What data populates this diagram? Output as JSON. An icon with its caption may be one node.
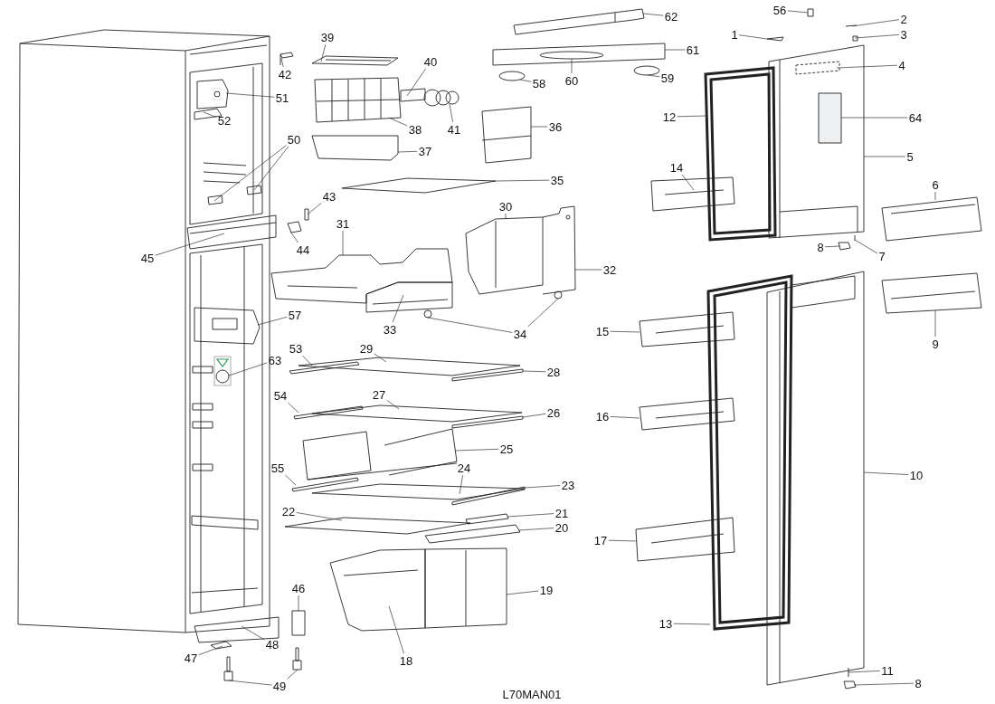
{
  "diagram": {
    "nodes": [
      {
        "text": [
          "1"
        ]
      },
      {
        "text": [
          "2"
        ]
      },
      {
        "text": [
          "3"
        ]
      },
      {
        "text": [
          "4"
        ]
      },
      {
        "text": [
          "5"
        ]
      },
      {
        "text": [
          "6"
        ]
      },
      {
        "text": [
          "7"
        ]
      },
      {
        "text": [
          "8"
        ]
      },
      {
        "text": [
          "8"
        ]
      },
      {
        "text": [
          "9"
        ]
      },
      {
        "text": [
          "10"
        ]
      },
      {
        "text": [
          "11"
        ]
      },
      {
        "text": [
          "12"
        ]
      },
      {
        "text": [
          "13"
        ]
      },
      {
        "text": [
          "14"
        ]
      },
      {
        "text": [
          "15"
        ]
      },
      {
        "text": [
          "16"
        ]
      },
      {
        "text": [
          "17"
        ]
      },
      {
        "text": [
          "18"
        ]
      },
      {
        "text": [
          "19"
        ]
      },
      {
        "text": [
          "20"
        ]
      },
      {
        "text": [
          "21"
        ]
      },
      {
        "text": [
          "22"
        ]
      },
      {
        "text": [
          "23"
        ]
      },
      {
        "text": [
          "24"
        ]
      },
      {
        "text": [
          "25"
        ]
      },
      {
        "text": [
          "26"
        ]
      },
      {
        "text": [
          "27"
        ]
      },
      {
        "text": [
          "28"
        ]
      },
      {
        "text": [
          "29"
        ]
      },
      {
        "text": [
          "30"
        ]
      },
      {
        "text": [
          "31"
        ]
      },
      {
        "text": [
          "32"
        ]
      },
      {
        "text": [
          "33"
        ]
      },
      {
        "text": [
          "34"
        ]
      },
      {
        "text": [
          "35"
        ]
      },
      {
        "text": [
          "36"
        ]
      },
      {
        "text": [
          "37"
        ]
      },
      {
        "text": [
          "38"
        ]
      },
      {
        "text": [
          "39"
        ]
      },
      {
        "text": [
          "40"
        ]
      },
      {
        "text": [
          "41"
        ]
      },
      {
        "text": [
          "42"
        ]
      },
      {
        "text": [
          "43"
        ]
      },
      {
        "text": [
          "44"
        ]
      },
      {
        "text": [
          "45"
        ]
      },
      {
        "text": [
          "46"
        ]
      },
      {
        "text": [
          "47"
        ]
      },
      {
        "text": [
          "48"
        ]
      },
      {
        "text": [
          "49"
        ]
      },
      {
        "text": [
          "50"
        ]
      },
      {
        "text": [
          "51"
        ]
      },
      {
        "text": [
          "52"
        ]
      },
      {
        "text": [
          "53"
        ]
      },
      {
        "text": [
          "54"
        ]
      },
      {
        "text": [
          "55"
        ]
      },
      {
        "text": [
          "56"
        ]
      },
      {
        "text": [
          "57"
        ]
      },
      {
        "text": [
          "58"
        ]
      },
      {
        "text": [
          "59"
        ]
      },
      {
        "text": [
          "60"
        ]
      },
      {
        "text": [
          "61"
        ]
      },
      {
        "text": [
          "62"
        ]
      },
      {
        "text": [
          "63"
        ]
      },
      {
        "text": [
          "64"
        ]
      },
      {
        "text": [],
        "shape": "picture"
      },
      {
        "text": [],
        "shape": "picture"
      },
      {
        "text": [],
        "shape": "box"
      },
      {
        "text": [],
        "shape": "box"
      },
      {
        "text": [],
        "shape": "box"
      },
      {
        "text": [],
        "shape": "picture"
      },
      {
        "text": [],
        "shape": "box"
      },
      {
        "text": [],
        "shape": "picture"
      },
      {
        "text": [],
        "shape": "picture"
      },
      {
        "text": [],
        "shape": "box"
      },
      {
        "text": [],
        "shape": "picture"
      },
      {
        "text": [],
        "shape": "picture"
      },
      {
        "text": [],
        "shape": "picture"
      },
      {
        "text": [],
        "shape": "box"
      },
      {
        "text": [],
        "shape": "picture"
      },
      {
        "text": [],
        "shape": "box"
      },
      {
        "text": [],
        "shape": "picture"
      },
      {
        "text": [],
        "shape": "box"
      },
      {
        "text": [],
        "shape": "box"
      },
      {
        "text": [],
        "shape": "box"
      },
      {
        "text": [],
        "shape": "picture"
      },
      {
        "text": [],
        "shape": "picture"
      },
      {
        "text": [],
        "shape": "picture"
      },
      {
        "text": [],
        "shape": "picture"
      },
      {
        "text": [],
        "shape": "circle"
      },
      {
        "text": [],
        "shape": "circle"
      },
      {
        "text": [],
        "shape": "box"
      },
      {
        "text": [],
        "shape": "bar"
      },
      {
        "text": [],
        "shape": "bar"
      },
      {
        "text": [],
        "shape": "box"
      },
      {
        "text": [],
        "shape": "bar"
      },
      {
        "text": [],
        "shape": "bar"
      },
      {
        "text": [],
        "shape": "picture"
      },
      {
        "text": [],
        "shape": "box"
      },
      {
        "text": [],
        "shape": "bar"
      },
      {
        "text": [],
        "shape": "bar"
      },
      {
        "text": [],
        "shape": "box"
      },
      {
        "text": [],
        "shape": "box"
      },
      {
        "text": [],
        "shape": "bar"
      },
      {
        "text": [],
        "shape": "picture"
      },
      {
        "text": [],
        "shape": "picture"
      },
      {
        "text": [],
        "shape": "picture"
      },
      {
        "text": [],
        "shape": "box"
      },
      {
        "text": [],
        "shape": "circle",
        "in": 107
      },
      {
        "text": [],
        "shape": "circle"
      },
      {
        "text": [],
        "shape": "circle"
      },
      {
        "text": [],
        "shape": "box"
      },
      {
        "text": [],
        "shape": "bar"
      },
      {
        "text": [],
        "shape": "box"
      },
      {
        "text": [],
        "shape": "box"
      },
      {
        "text": [],
        "shape": "picture"
      },
      {
        "text": [],
        "shape": "picture"
      },
      {
        "text": [],
        "shape": "box",
        "in": 116
      },
      {
        "text": [],
        "shape": "box",
        "in": 116
      },
      {
        "text": [],
        "shape": "picture"
      },
      {
        "text": [],
        "shape": "picture"
      },
      {
        "text": [],
        "shape": "bar"
      },
      {
        "text": [],
        "shape": "box"
      },
      {
        "text": [],
        "shape": "picture"
      },
      {
        "text": [],
        "shape": "picture"
      },
      {
        "text": [],
        "shape": "picture"
      },
      {
        "text": [],
        "shape": "picture"
      },
      {
        "text": [],
        "shape": "picture"
      },
      {
        "text": [],
        "shape": "picture"
      },
      {
        "text": [],
        "shape": "bar"
      },
      {
        "text": [],
        "shape": "box"
      },
      {
        "text": [],
        "shape": "picture"
      },
      {
        "text": [],
        "shape": "box"
      }
    ],
    "edges": [
      {
        "from": 0,
        "to": 114,
        "arrow": "none"
      },
      {
        "from": 1,
        "to": 112,
        "arrow": "none"
      },
      {
        "from": 2,
        "to": 113,
        "arrow": "none"
      },
      {
        "from": 3,
        "to": 117,
        "arrow": "none"
      },
      {
        "from": 4,
        "to": 116,
        "arrow": "none"
      },
      {
        "from": 5,
        "to": 119,
        "arrow": "none"
      },
      {
        "from": 6,
        "to": 121,
        "arrow": "none"
      },
      {
        "from": 7,
        "to": 122,
        "arrow": "none"
      },
      {
        "from": 8,
        "to": 130,
        "arrow": "none"
      },
      {
        "from": 9,
        "to": 120,
        "arrow": "none"
      },
      {
        "from": 10,
        "to": 124,
        "arrow": "none"
      },
      {
        "from": 11,
        "to": 129,
        "arrow": "none"
      },
      {
        "from": 12,
        "to": 115,
        "arrow": "none"
      },
      {
        "from": 13,
        "to": 123,
        "arrow": "none"
      },
      {
        "from": 14,
        "to": 125,
        "arrow": "none"
      },
      {
        "from": 15,
        "to": 126,
        "arrow": "none"
      },
      {
        "from": 16,
        "to": 127,
        "arrow": "none"
      },
      {
        "from": 17,
        "to": 128,
        "arrow": "none"
      },
      {
        "from": 18,
        "to": 104,
        "arrow": "none"
      },
      {
        "from": 19,
        "to": 105,
        "arrow": "none"
      },
      {
        "from": 20,
        "to": 102,
        "arrow": "none"
      },
      {
        "from": 21,
        "to": 103,
        "arrow": "none"
      },
      {
        "from": 22,
        "to": 101,
        "arrow": "none"
      },
      {
        "from": 23,
        "to": 100,
        "arrow": "none"
      },
      {
        "from": 24,
        "to": 98,
        "arrow": "none"
      },
      {
        "from": 25,
        "to": 97,
        "arrow": "none"
      },
      {
        "from": 26,
        "to": 96,
        "arrow": "none"
      },
      {
        "from": 27,
        "to": 94,
        "arrow": "none"
      },
      {
        "from": 28,
        "to": 93,
        "arrow": "none"
      },
      {
        "from": 29,
        "to": 91,
        "arrow": "none"
      },
      {
        "from": 30,
        "to": 87,
        "arrow": "none"
      },
      {
        "from": 31,
        "to": 85,
        "arrow": "none"
      },
      {
        "from": 32,
        "to": 88,
        "arrow": "none"
      },
      {
        "from": 33,
        "to": 86,
        "arrow": "none"
      },
      {
        "from": 34,
        "to": 89,
        "arrow": "none"
      },
      {
        "from": 34,
        "to": 90,
        "arrow": "none"
      },
      {
        "from": 35,
        "to": 82,
        "arrow": "none"
      },
      {
        "from": 36,
        "to": 81,
        "arrow": "none"
      },
      {
        "from": 37,
        "to": 80,
        "arrow": "none"
      },
      {
        "from": 38,
        "to": 77,
        "arrow": "none"
      },
      {
        "from": 39,
        "to": 76,
        "arrow": "none"
      },
      {
        "from": 40,
        "to": 78,
        "arrow": "none"
      },
      {
        "from": 41,
        "to": 79,
        "arrow": "none"
      },
      {
        "from": 42,
        "to": 75,
        "arrow": "none"
      },
      {
        "from": 43,
        "to": 83,
        "arrow": "none"
      },
      {
        "from": 44,
        "to": 84,
        "arrow": "none"
      },
      {
        "from": 45,
        "to": 65,
        "arrow": "none"
      },
      {
        "from": 46,
        "to": 74,
        "arrow": "none"
      },
      {
        "from": 47,
        "to": 132,
        "arrow": "none"
      },
      {
        "from": 48,
        "to": 71,
        "arrow": "none"
      },
      {
        "from": 49,
        "to": 72,
        "arrow": "none"
      },
      {
        "from": 49,
        "to": 73,
        "arrow": "none"
      },
      {
        "from": 50,
        "to": 68,
        "arrow": "none"
      },
      {
        "from": 50,
        "to": 69,
        "arrow": "none"
      },
      {
        "from": 51,
        "to": 66,
        "arrow": "none"
      },
      {
        "from": 52,
        "to": 67,
        "arrow": "none"
      },
      {
        "from": 53,
        "to": 92,
        "arrow": "none"
      },
      {
        "from": 54,
        "to": 95,
        "arrow": "none"
      },
      {
        "from": 55,
        "to": 99,
        "arrow": "none"
      },
      {
        "from": 56,
        "to": 111,
        "arrow": "none"
      },
      {
        "from": 57,
        "to": 70,
        "arrow": "none"
      },
      {
        "from": 58,
        "to": 109,
        "arrow": "none"
      },
      {
        "from": 59,
        "to": 110,
        "arrow": "none"
      },
      {
        "from": 60,
        "to": 108,
        "arrow": "none"
      },
      {
        "from": 61,
        "to": 107,
        "arrow": "none"
      },
      {
        "from": 62,
        "to": 106,
        "arrow": "none"
      },
      {
        "from": 63,
        "to": 131,
        "arrow": "none"
      },
      {
        "from": 64,
        "to": 118,
        "arrow": "none"
      }
    ],
    "labels": [
      "L70MAN01"
    ]
  }
}
